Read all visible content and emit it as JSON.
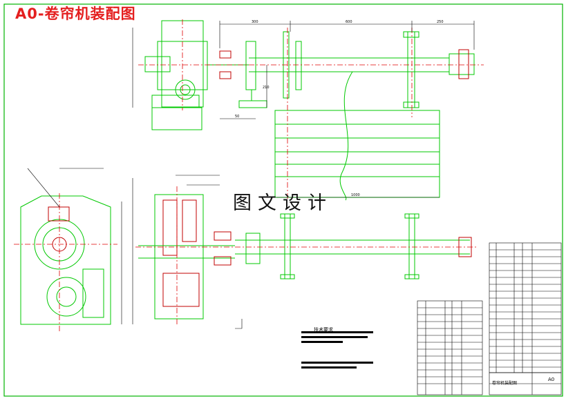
{
  "drawing": {
    "title": "A0-卷帘机装配图",
    "watermark": "图文设计",
    "technical_requirements_title": "技术要求",
    "title_block_name": "卷帘机装配图",
    "sheet_size": "A0"
  },
  "dimensions": {
    "d300": "300",
    "d600": "600",
    "d250": "250",
    "d50": "50",
    "d1000": "1000",
    "d210": "210"
  },
  "colors": {
    "part_outline": "#00c800",
    "centerline": "#e00000",
    "dimension": "#000000",
    "border": "#00b400",
    "hatch": "#c00000"
  }
}
